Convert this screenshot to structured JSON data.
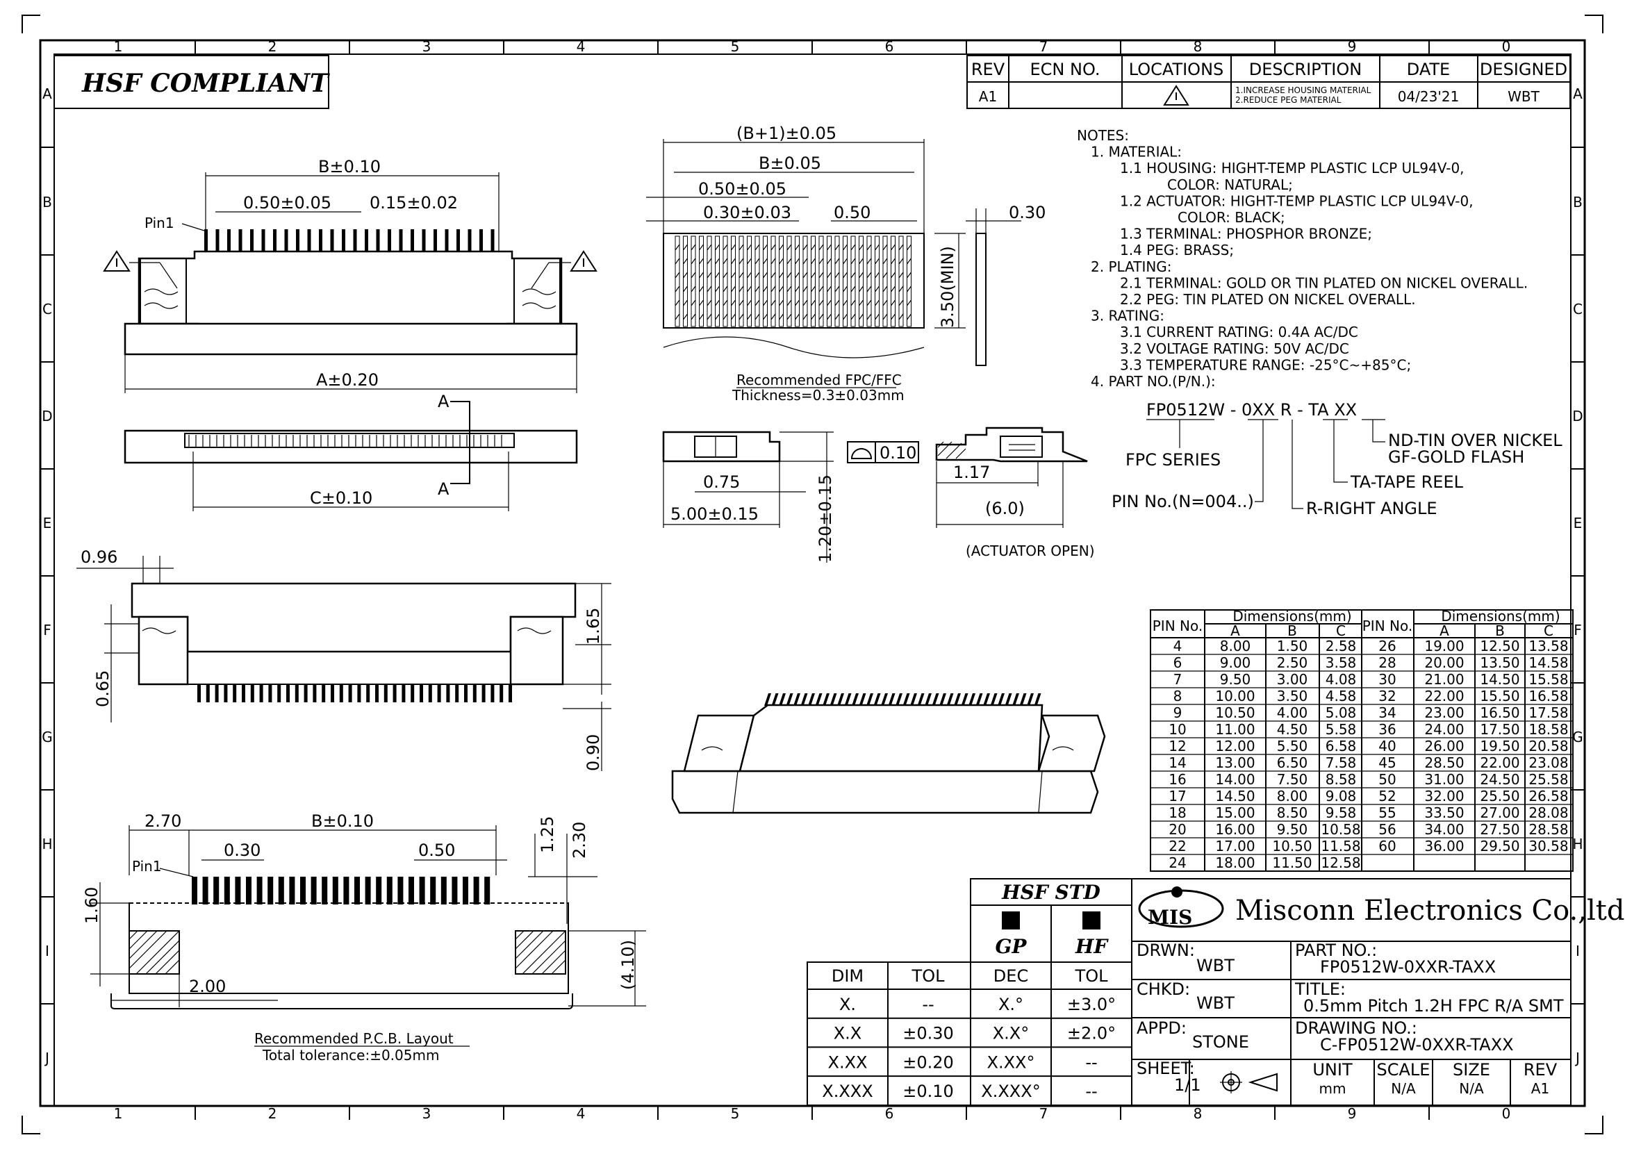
{
  "frame": {
    "cols": [
      "1",
      "2",
      "3",
      "4",
      "5",
      "6",
      "7",
      "8",
      "9",
      "0"
    ],
    "rows": [
      "A",
      "B",
      "C",
      "D",
      "E",
      "F",
      "G",
      "H",
      "I",
      "J"
    ]
  },
  "header": {
    "hsf_compliant": "HSF COMPLIANT"
  },
  "rev_table": {
    "headers": [
      "REV",
      "ECN NO.",
      "LOCATIONS",
      "DESCRIPTION",
      "DATE",
      "DESIGNED"
    ],
    "row": {
      "rev": "A1",
      "ecn": "",
      "location_symbol": "warning-triangle",
      "desc_line1": "1.INCREASE HOUSING MATERIAL",
      "desc_line2": "2.REDUCE PEG MATERIAL",
      "date": "04/23'21",
      "designed": "WBT"
    }
  },
  "notes": [
    "NOTES:",
    "1. MATERIAL:",
    "1.1 HOUSING: HIGHT-TEMP PLASTIC LCP UL94V-0,",
    "COLOR: NATURAL;",
    "1.2 ACTUATOR: HIGHT-TEMP PLASTIC LCP UL94V-0,",
    "COLOR: BLACK;",
    "1.3 TERMINAL: PHOSPHOR BRONZE;",
    "1.4 PEG: BRASS;",
    "2. PLATING:",
    "2.1 TERMINAL: GOLD OR TIN PLATED ON NICKEL OVERALL.",
    "2.2 PEG: TIN PLATED ON NICKEL OVERALL.",
    "3. RATING:",
    "3.1 CURRENT RATING: 0.4A AC/DC",
    "3.2 VOLTAGE RATING: 50V AC/DC",
    "3.3 TEMPERATURE RANGE: -25°C~+85°C;",
    "4. PART NO.(P/N.):"
  ],
  "part_number_breakdown": {
    "code": "FP0512W  -  0XX  R  -  TA   XX",
    "fpc_series": "FPC SERIES",
    "pin_no": "PIN No.(N=004..)",
    "right_angle": "R-RIGHT ANGLE",
    "tape_reel": "TA-TAPE REEL",
    "plating1": "ND-TIN OVER NICKEL",
    "plating2": "GF-GOLD FLASH"
  },
  "dimensions": {
    "b_010": "B±0.10",
    "p050_005": "0.50±0.05",
    "p015_002": "0.15±0.02",
    "pin1": "Pin1",
    "a_020": "A±0.20",
    "a_label": "A",
    "c_010": "C±0.10",
    "bp1_005": "(B+1)±0.05",
    "b_005": "B±0.05",
    "p030_003": "0.30±0.03",
    "d050": "0.50",
    "d030": "0.30",
    "d350min": "3.50(MIN)",
    "fpc_rec": "Recommended FPC/FFC",
    "fpc_thk": "Thickness=0.3±0.03mm",
    "d075": "0.75",
    "d500_015": "5.00±0.15",
    "d120_015": "1.20±0.15",
    "flat": "0.10",
    "d117": "1.17",
    "d60": "(6.0)",
    "actuator_open": "(ACTUATOR OPEN)",
    "d096": "0.96",
    "d165": "1.65",
    "d065": "0.65",
    "d090": "0.90",
    "d270": "2.70",
    "d030b": "0.30",
    "d050b": "0.50",
    "d125": "1.25",
    "d230": "2.30",
    "d160": "1.60",
    "d200": "2.00",
    "d410": "(4.10)",
    "pcb_rec": "Recommended P.C.B. Layout",
    "pcb_tol": "Total tolerance:±0.05mm"
  },
  "dim_table": {
    "pin_no": "PIN No.",
    "dimensions": "Dimensions(mm)",
    "cols": [
      "A",
      "B",
      "C"
    ],
    "left": [
      [
        "4",
        "8.00",
        "1.50",
        "2.58"
      ],
      [
        "6",
        "9.00",
        "2.50",
        "3.58"
      ],
      [
        "7",
        "9.50",
        "3.00",
        "4.08"
      ],
      [
        "8",
        "10.00",
        "3.50",
        "4.58"
      ],
      [
        "9",
        "10.50",
        "4.00",
        "5.08"
      ],
      [
        "10",
        "11.00",
        "4.50",
        "5.58"
      ],
      [
        "12",
        "12.00",
        "5.50",
        "6.58"
      ],
      [
        "14",
        "13.00",
        "6.50",
        "7.58"
      ],
      [
        "16",
        "14.00",
        "7.50",
        "8.58"
      ],
      [
        "17",
        "14.50",
        "8.00",
        "9.08"
      ],
      [
        "18",
        "15.00",
        "8.50",
        "9.58"
      ],
      [
        "20",
        "16.00",
        "9.50",
        "10.58"
      ],
      [
        "22",
        "17.00",
        "10.50",
        "11.58"
      ],
      [
        "24",
        "18.00",
        "11.50",
        "12.58"
      ]
    ],
    "right": [
      [
        "26",
        "19.00",
        "12.50",
        "13.58"
      ],
      [
        "28",
        "20.00",
        "13.50",
        "14.58"
      ],
      [
        "30",
        "21.00",
        "14.50",
        "15.58"
      ],
      [
        "32",
        "22.00",
        "15.50",
        "16.58"
      ],
      [
        "34",
        "23.00",
        "16.50",
        "17.58"
      ],
      [
        "36",
        "24.00",
        "17.50",
        "18.58"
      ],
      [
        "40",
        "26.00",
        "19.50",
        "20.58"
      ],
      [
        "45",
        "28.50",
        "22.00",
        "23.08"
      ],
      [
        "50",
        "31.00",
        "24.50",
        "25.58"
      ],
      [
        "52",
        "32.00",
        "25.50",
        "26.58"
      ],
      [
        "55",
        "33.50",
        "27.00",
        "28.08"
      ],
      [
        "56",
        "34.00",
        "27.50",
        "28.58"
      ],
      [
        "60",
        "36.00",
        "29.50",
        "30.58"
      ],
      [
        "",
        "",
        "",
        ""
      ]
    ]
  },
  "hsf_std": {
    "title": "HSF STD",
    "gp": "GP",
    "hf": "HF"
  },
  "tol_table": {
    "h": [
      "DIM",
      "TOL",
      "DEC",
      "TOL"
    ],
    "rows": [
      [
        "X.",
        "--",
        "X.°",
        "±3.0°"
      ],
      [
        "X.X",
        "±0.30",
        "X.X°",
        "±2.0°"
      ],
      [
        "X.XX",
        "±0.20",
        "X.XX°",
        "--"
      ],
      [
        "X.XXX",
        "±0.10",
        "X.XXX°",
        "--"
      ]
    ]
  },
  "title_block": {
    "logo": "MIS",
    "company": "Misconn Electronics Co.,ltd.",
    "drwn_l": "DRWN:",
    "drwn": "WBT",
    "chkd_l": "CHKD:",
    "chkd": "WBT",
    "appd_l": "APPD:",
    "appd": "STONE",
    "sheet_l": "SHEET:",
    "sheet": "1/1",
    "part_l": "PART NO.:",
    "part": "FP0512W-0XXR-TAXX",
    "title_l": "TITLE:",
    "title": "0.5mm Pitch 1.2H FPC R/A SMT",
    "dwg_l": "DRAWING NO.:",
    "dwg": "C-FP0512W-0XXR-TAXX",
    "unit_l": "UNIT",
    "unit": "mm",
    "scale_l": "SCALE",
    "scale": "N/A",
    "size_l": "SIZE",
    "size": "N/A",
    "rev_l": "REV",
    "rev": "A1"
  }
}
